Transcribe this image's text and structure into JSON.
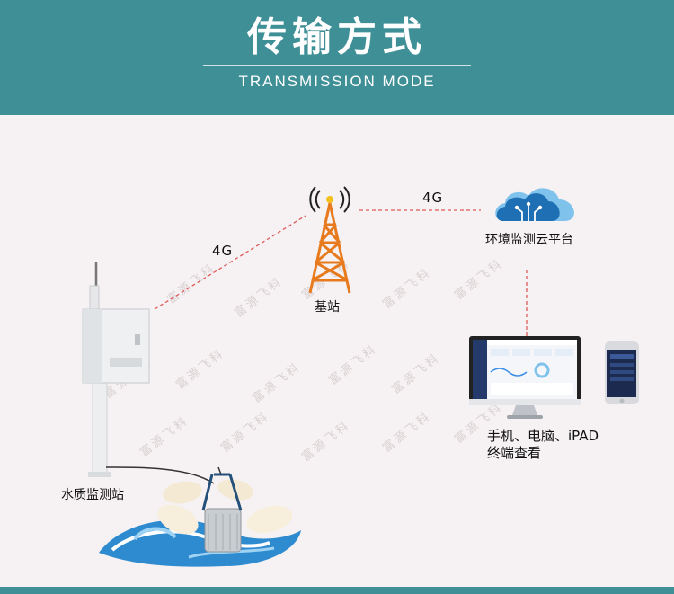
{
  "header": {
    "title": "传输方式",
    "subtitle": "TRANSMISSION MODE"
  },
  "links": {
    "left_label": "4G",
    "right_label": "4G"
  },
  "nodes": {
    "tower_label": "基站",
    "cloud_label": "环境监测云平台",
    "station_label": "水质监测站",
    "devices_line1": "手机、电脑、iPAD",
    "devices_line2": "终端查看"
  },
  "watermark": "富源飞科",
  "colors": {
    "header_bg": "#3f8f97",
    "page_bg": "#f6f1f2",
    "tower": "#e87a1e",
    "link_dash": "#e05a5a",
    "cloud_dark": "#1f6fb5",
    "cloud_light": "#7fc2ec",
    "water": "#2f8bd0"
  },
  "icons": [
    "signal-tower-icon",
    "cloud-icon",
    "monitor-icon",
    "phone-icon",
    "buoy-icon",
    "water-wave-icon"
  ]
}
